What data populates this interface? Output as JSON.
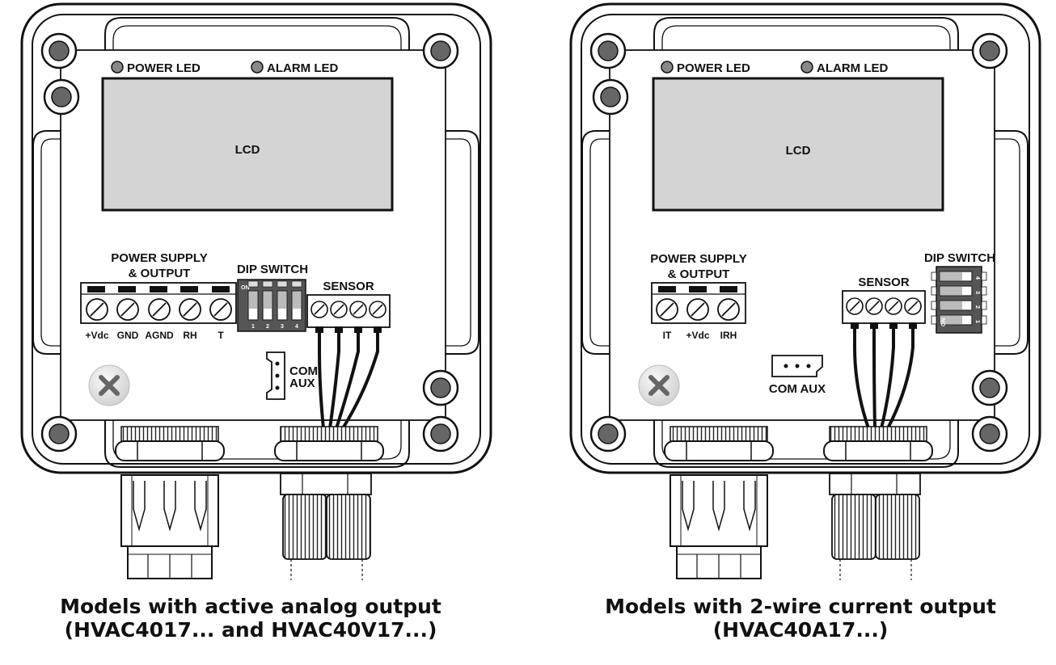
{
  "left": {
    "power_led": "POWER LED",
    "alarm_led": "ALARM LED",
    "lcd": "LCD",
    "power_supply_line1": "POWER SUPPLY",
    "power_supply_line2": "& OUTPUT",
    "dip_switch": "DIP SWITCH",
    "dip_on": "ON",
    "dip_numbers": [
      "1",
      "2",
      "3",
      "4"
    ],
    "sensor": "SENSOR",
    "terminals": [
      "+Vdc",
      "GND",
      "AGND",
      "RH",
      "T"
    ],
    "com_line1": "COM",
    "com_line2": "AUX",
    "caption_line1": "Models with active analog output",
    "caption_line2": "(HVAC4017... and HVAC40V17...)"
  },
  "right": {
    "power_led": "POWER LED",
    "alarm_led": "ALARM LED",
    "lcd": "LCD",
    "power_supply_line1": "POWER SUPPLY",
    "power_supply_line2": "& OUTPUT",
    "dip_switch": "DIP SWITCH",
    "dip_on": "ON",
    "dip_numbers": [
      "1",
      "2",
      "3",
      "4"
    ],
    "sensor": "SENSOR",
    "terminal_it": "IT",
    "terminal_vdc": "+Vdc",
    "terminal_irh": "IRH",
    "com_aux": "COM AUX",
    "caption_line1": "Models with 2-wire current output",
    "caption_line2": "(HVAC40A17...)"
  },
  "icons": {
    "close": "close-icon",
    "screw": "screw-icon",
    "led": "led-icon"
  }
}
